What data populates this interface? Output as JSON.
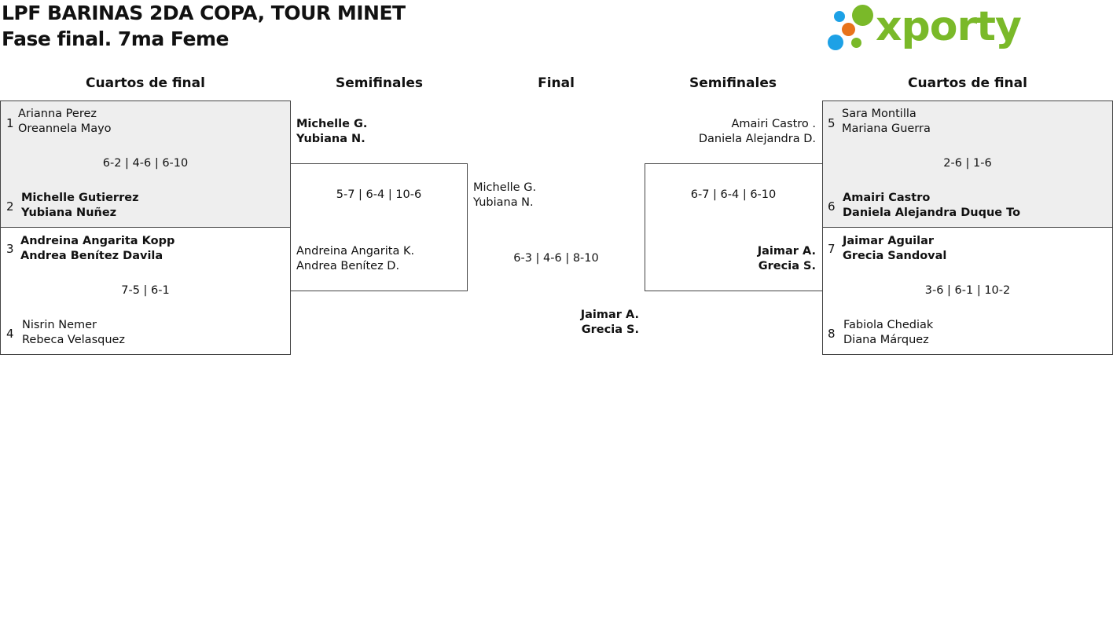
{
  "header": {
    "title": "LPF BARINAS 2DA COPA, TOUR MINET",
    "subtitle": "Fase final. 7ma Feme",
    "logo_text": "xporty"
  },
  "colors": {
    "logo_green": "#7ab929",
    "logo_blue": "#1da1e6",
    "logo_orange": "#e8731a",
    "box_grey": "#eeeeee"
  },
  "rounds": {
    "left_quarters": "Cuartos de final",
    "left_semis": "Semifinales",
    "final": "Final",
    "right_semis": "Semifinales",
    "right_quarters": "Cuartos de final"
  },
  "left_quarters": [
    {
      "top": {
        "seed": "1",
        "p1": "Arianna Perez",
        "p2": "Oreannela Mayo"
      },
      "score": "6-2 | 4-6 | 6-10",
      "bottom": {
        "seed": "2",
        "p1": "Michelle Gutierrez",
        "p2": "Yubiana Nuñez"
      }
    },
    {
      "top": {
        "seed": "3",
        "p1": "Andreina Angarita Kopp",
        "p2": "Andrea Benítez Davila"
      },
      "score": "7-5 | 6-1",
      "bottom": {
        "seed": "4",
        "p1": "Nisrin Nemer",
        "p2": "Rebeca Velasquez"
      }
    }
  ],
  "left_semi": {
    "top": {
      "p1": "Michelle G.",
      "p2": "Yubiana N."
    },
    "score": "5-7 | 6-4 | 10-6",
    "bottom": {
      "p1": "Andreina Angarita K.",
      "p2": "Andrea Benítez D."
    }
  },
  "final": {
    "top": {
      "p1": "Michelle G.",
      "p2": "Yubiana N."
    },
    "score": "6-3 | 4-6 | 8-10",
    "bottom": {
      "p1": "Jaimar A.",
      "p2": "Grecia S."
    }
  },
  "right_semi": {
    "top": {
      "p1": "Amairi Castro .",
      "p2": "Daniela Alejandra D."
    },
    "score": "6-7 | 6-4 | 6-10",
    "bottom": {
      "p1": "Jaimar A.",
      "p2": "Grecia S."
    }
  },
  "right_quarters": [
    {
      "top": {
        "seed": "5",
        "p1": "Sara Montilla",
        "p2": "Mariana Guerra"
      },
      "score": "2-6 | 1-6",
      "bottom": {
        "seed": "6",
        "p1": "Amairi Castro",
        "p2": "Daniela Alejandra Duque To"
      }
    },
    {
      "top": {
        "seed": "7",
        "p1": "Jaimar Aguilar",
        "p2": "Grecia Sandoval"
      },
      "score": "3-6 | 6-1 | 10-2",
      "bottom": {
        "seed": "8",
        "p1": "Fabiola Chediak",
        "p2": "Diana Márquez"
      }
    }
  ]
}
